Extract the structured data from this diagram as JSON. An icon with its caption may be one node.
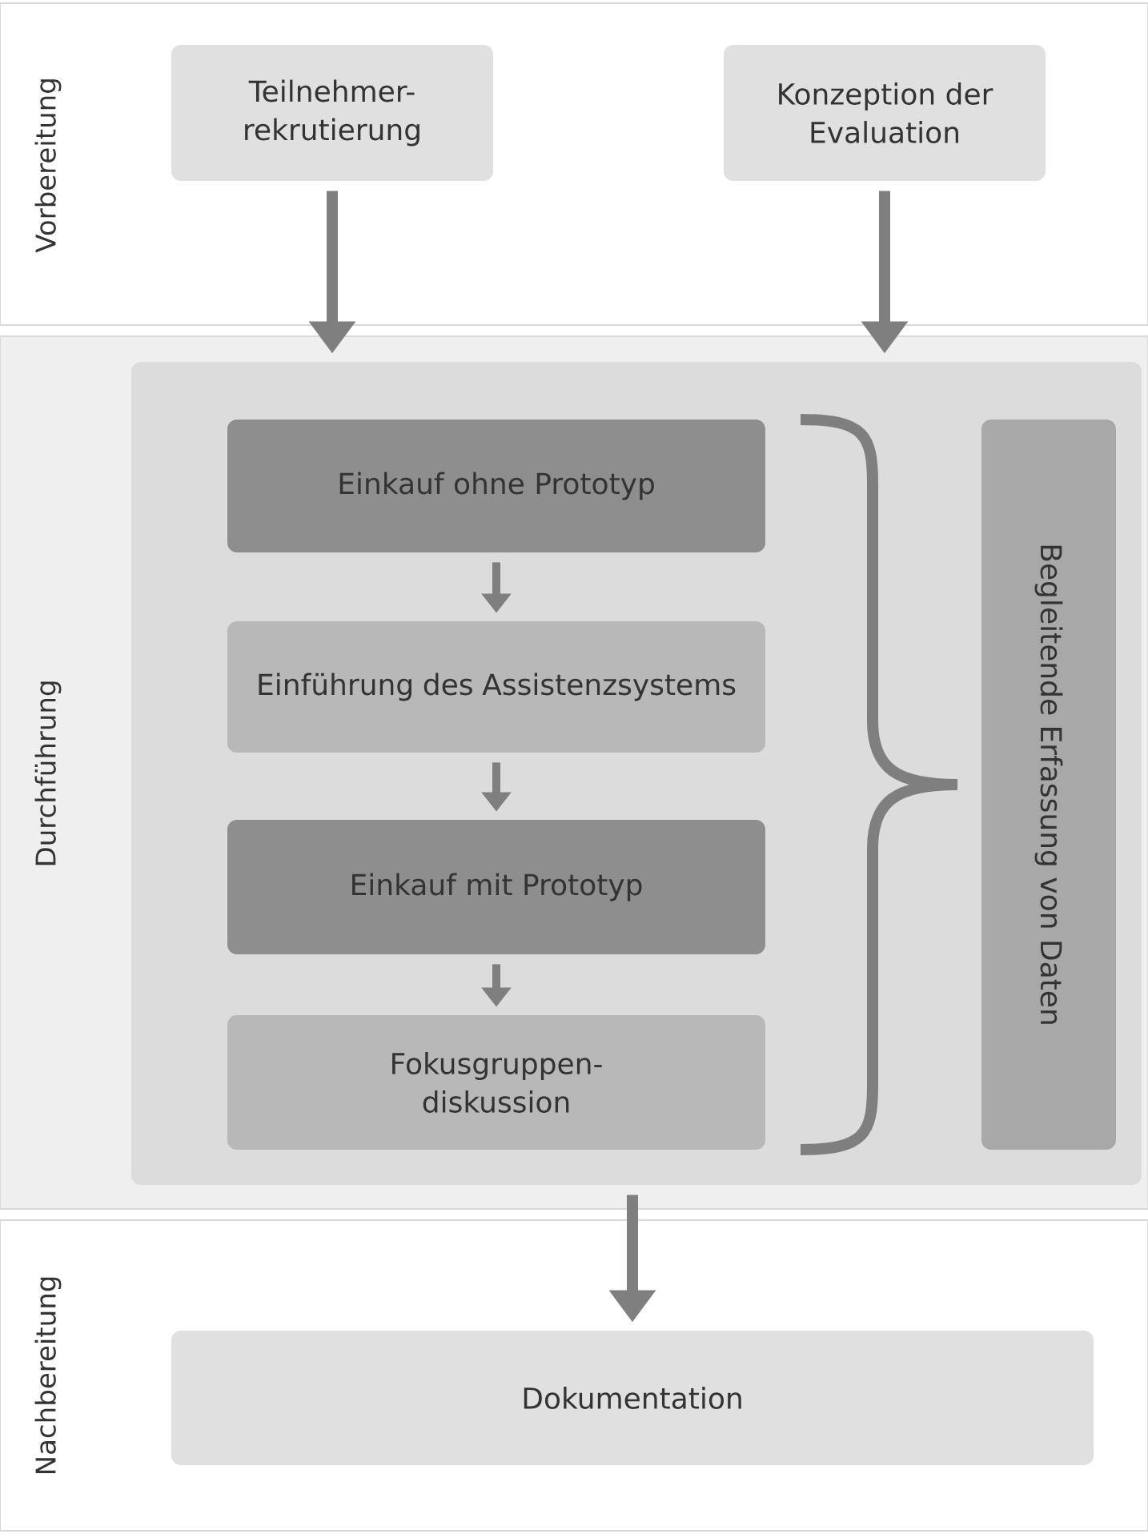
{
  "diagram": {
    "nodes": [
      {
        "text": [
          "Vorbereitung"
        ]
      },
      {
        "text": [
          "Teilnehmer- rekrutierung"
        ],
        "in": 0
      },
      {
        "text": [
          "Konzeption der Evaluation"
        ],
        "in": 0
      },
      {
        "text": [
          "Durchführung"
        ]
      },
      {
        "text": [],
        "shape": "box",
        "in": 3
      },
      {
        "text": [
          "Einkauf ohne Prototyp"
        ],
        "in": 4
      },
      {
        "text": [
          "Einführung des Assistenzsystems"
        ],
        "in": 4
      },
      {
        "text": [
          "Einkauf mit Prototyp"
        ],
        "in": 4
      },
      {
        "text": [
          "Fokusgruppen- diskussion"
        ],
        "in": 4
      },
      {
        "text": [
          "Begleitende Erfassung von Daten"
        ],
        "in": 4
      },
      {
        "text": [
          "Nachbereitung"
        ]
      },
      {
        "text": [
          "Dokumentation"
        ],
        "in": 10
      }
    ],
    "edges": [
      {
        "from": 1,
        "to": 4,
        "arrow": "to"
      },
      {
        "from": 2,
        "to": 4,
        "arrow": "to"
      },
      {
        "from": 5,
        "to": 6,
        "arrow": "to"
      },
      {
        "from": 6,
        "to": 7,
        "arrow": "to"
      },
      {
        "from": 7,
        "to": 8,
        "arrow": "to"
      },
      {
        "from": 4,
        "to": 11,
        "arrow": "to"
      }
    ]
  }
}
